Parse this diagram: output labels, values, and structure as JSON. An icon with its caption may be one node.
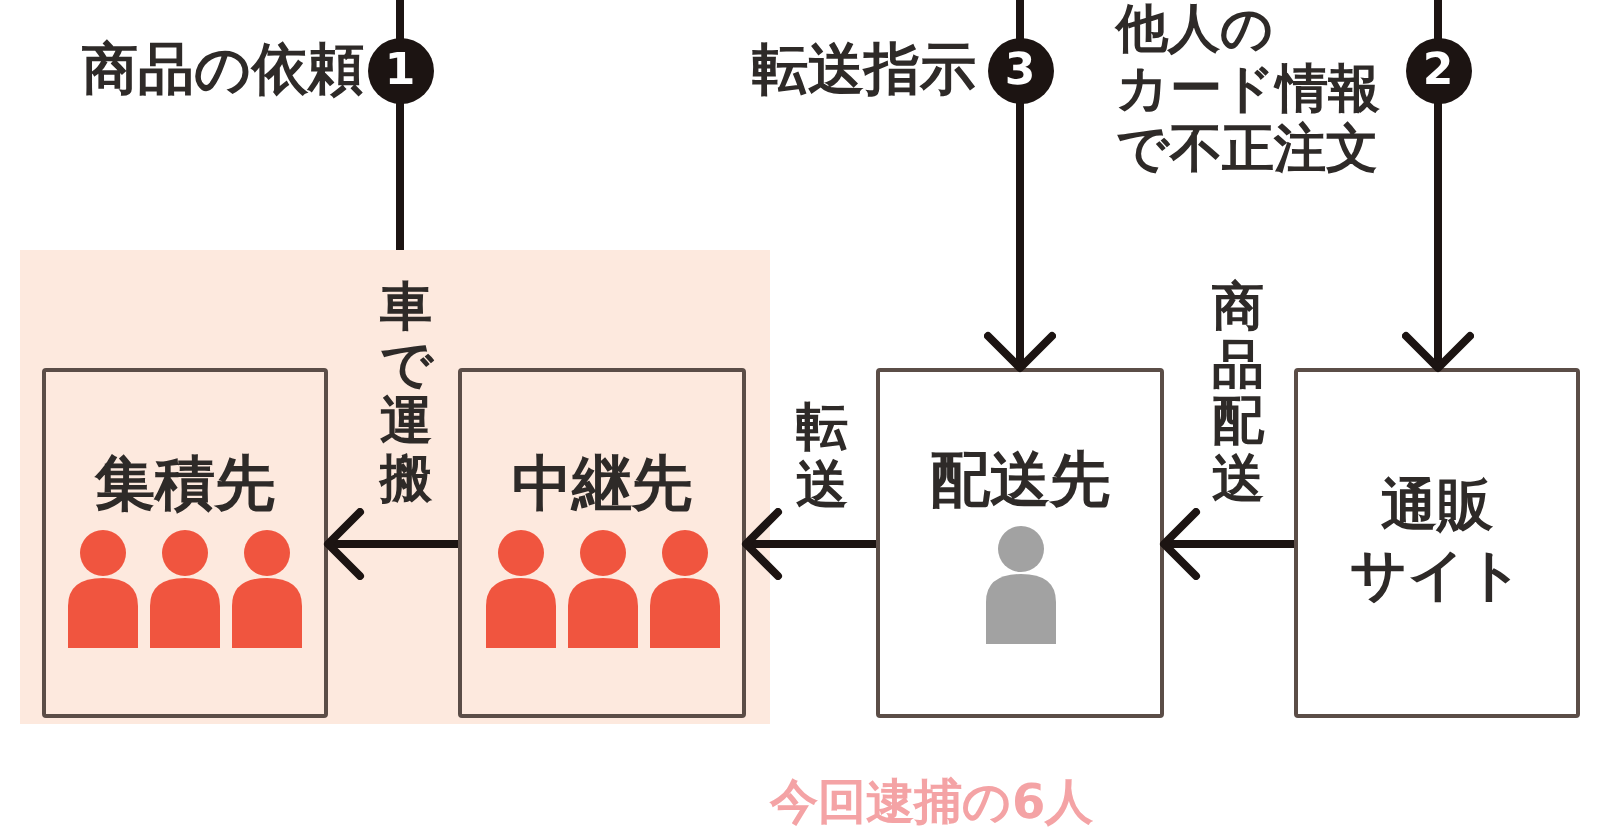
{
  "diagram": {
    "nodes": [
      {
        "text": [],
        "shape": "box"
      },
      {
        "text": [
          "集積先"
        ],
        "in": 0
      },
      {
        "text": [
          "中継先"
        ],
        "in": 0
      },
      {
        "text": [
          "配送先"
        ]
      },
      {
        "text": [
          "通販サイト"
        ]
      }
    ],
    "edges": [
      {
        "from": null,
        "to": 0,
        "arrow": "none",
        "label": "商品の依頼"
      },
      {
        "from": null,
        "to": 3,
        "arrow": "to",
        "label": "転送指示"
      },
      {
        "from": null,
        "to": 4,
        "arrow": "to",
        "label": "他人のカード情報で不正注文"
      },
      {
        "from": 4,
        "to": 3,
        "arrow": "to",
        "label": "商品配送"
      },
      {
        "from": 3,
        "to": 2,
        "arrow": "to",
        "label": "転送"
      },
      {
        "from": 2,
        "to": 1,
        "arrow": "to",
        "label": "車で運搬"
      }
    ],
    "labels": [
      "1",
      "3",
      "2",
      "今回逮捕の6人"
    ]
  }
}
